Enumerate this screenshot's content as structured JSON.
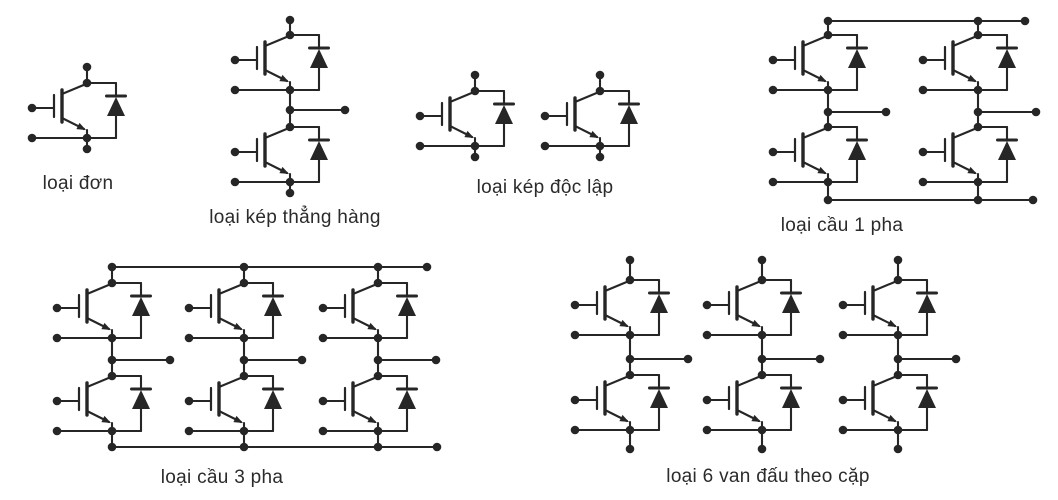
{
  "figure": {
    "background": "#ffffff",
    "line_color": "#262626",
    "text_color": "#2b2b2b"
  },
  "modules": [
    {
      "id": "single",
      "label": "loại đơn",
      "topology": "single",
      "igbt_count": 1,
      "diode_count": 1
    },
    {
      "id": "dual-inline",
      "label": "loại kép thẳng hàng",
      "topology": "half-bridge-leg",
      "igbt_count": 2,
      "diode_count": 2
    },
    {
      "id": "dual-independent",
      "label": "loại kép độc lập",
      "topology": "two-independent-singles",
      "igbt_count": 2,
      "diode_count": 2
    },
    {
      "id": "bridge-1pha",
      "label": "loại cầu 1 pha",
      "topology": "single-phase-bridge",
      "igbt_count": 4,
      "diode_count": 4
    },
    {
      "id": "bridge-3pha",
      "label": "loại cầu 3 pha",
      "topology": "three-phase-bridge",
      "igbt_count": 6,
      "diode_count": 6
    },
    {
      "id": "sixpack",
      "label": "loại 6 van đấu theo cặp",
      "topology": "three-independent-half-bridge-legs",
      "igbt_count": 6,
      "diode_count": 6
    }
  ]
}
